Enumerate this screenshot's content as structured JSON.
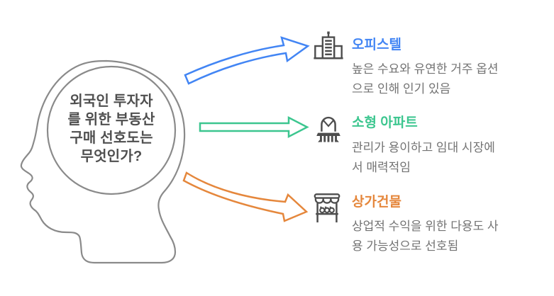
{
  "diagram": {
    "question": {
      "text": "외국인 투자자를 위한 부동산 구매 선호도는 무엇인가?",
      "lines": [
        "외국인 투자자",
        "를 위한 부동산",
        "구매 선호도는",
        "무엇인가?"
      ]
    },
    "items": [
      {
        "title": "오피스텔",
        "description": "높은 수요와 유연한 거주 옵션으로 인해 인기 있음",
        "desc_lines": [
          "높은 수요와 유연한 거주 옵션",
          "으로 인해 인기 있음"
        ],
        "icon": "office-building-icon",
        "arrow": "curved-up-arrow",
        "color": "#4285F4"
      },
      {
        "title": "소형 아파트",
        "description": "관리가 용이하고 임대 시장에서 매력적임",
        "desc_lines": [
          "관리가 용이하고 임대 시장에",
          "서 매력적임"
        ],
        "icon": "apartment-balcony-icon",
        "arrow": "straight-arrow",
        "color": "#3CC68F"
      },
      {
        "title": "상가건물",
        "description": "상업적 수익을 위한 다용도 사용 가능성으로 선호됨",
        "desc_lines": [
          "상업적 수익을 위한 다용도 사",
          "용 가능성으로 선호됨"
        ],
        "icon": "storefront-icon",
        "arrow": "curved-down-arrow",
        "color": "#E5873C"
      }
    ],
    "colors": {
      "blue": "#4285F4",
      "green": "#3CC68F",
      "orange": "#E5873C",
      "head_outline": "#8A8A8A",
      "icon_stroke": "#4D4D4D",
      "question_text": "#4F4F4F",
      "description_text": "#737373",
      "background": "#FFFFFF"
    }
  }
}
